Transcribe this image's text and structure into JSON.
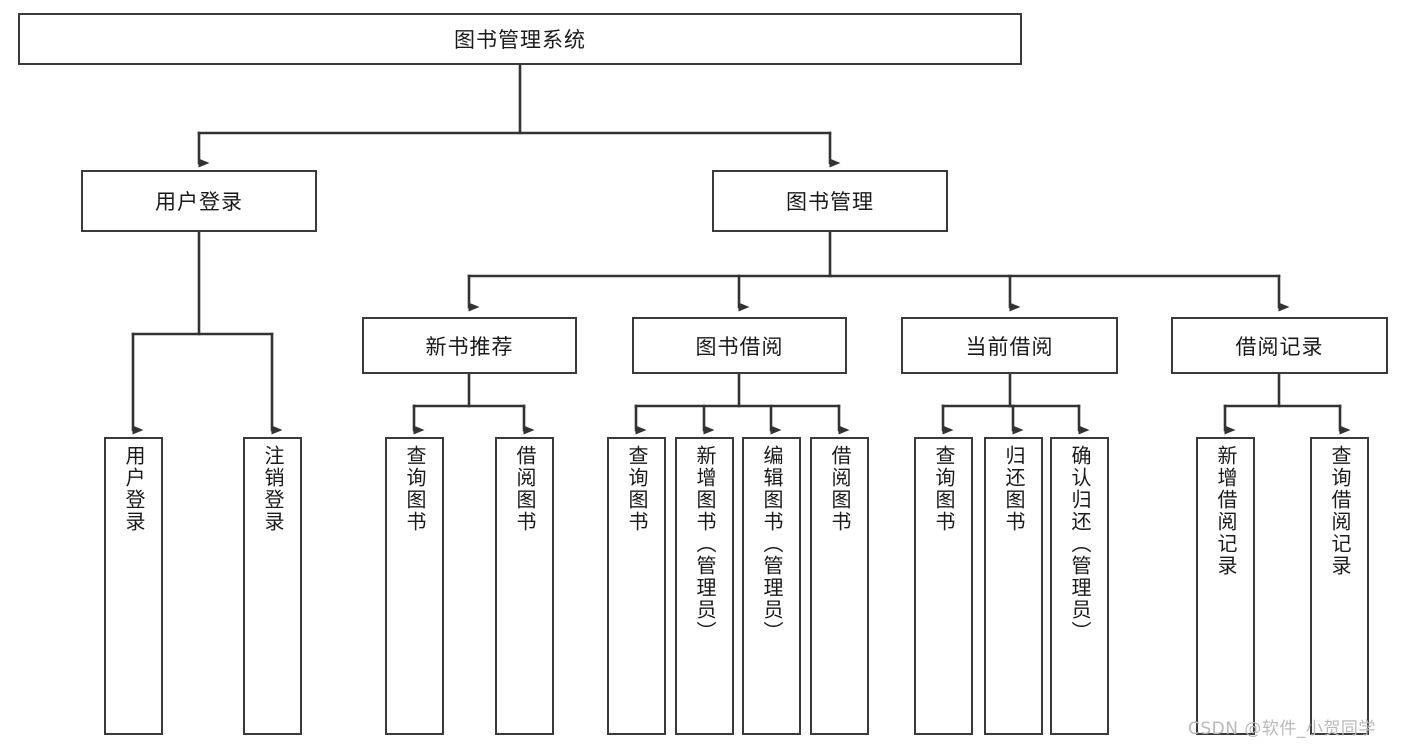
{
  "diagram": {
    "type": "tree-hierarchy",
    "title": "图书管理系统",
    "watermark": "CSDN @软件_小贺同学",
    "colors": {
      "box_stroke": "#3a3a3a",
      "box_fill": "#ffffff",
      "connector": "#333333",
      "text": "#1a1a1a",
      "watermark": "#b9b9b9"
    },
    "nodes": {
      "root": {
        "label": "图书管理系统",
        "level": 0
      },
      "level1": [
        {
          "id": "user-login",
          "label": "用户登录"
        },
        {
          "id": "book-management",
          "label": "图书管理"
        }
      ],
      "level2": [
        {
          "id": "new-book-recommend",
          "label": "新书推荐",
          "parent": "book-management"
        },
        {
          "id": "book-borrow",
          "label": "图书借阅",
          "parent": "book-management"
        },
        {
          "id": "current-borrow",
          "label": "当前借阅",
          "parent": "book-management"
        },
        {
          "id": "borrow-record",
          "label": "借阅记录",
          "parent": "book-management"
        }
      ],
      "leaves": [
        {
          "id": "leaf-user-login",
          "label": "用户登录",
          "parent": "user-login"
        },
        {
          "id": "leaf-logout-login",
          "label": "注销登录",
          "parent": "user-login"
        },
        {
          "id": "leaf-query-book-1",
          "label": "查询图书",
          "parent": "new-book-recommend"
        },
        {
          "id": "leaf-borrow-book-1",
          "label": "借阅图书",
          "parent": "new-book-recommend"
        },
        {
          "id": "leaf-query-book-2",
          "label": "查询图书",
          "parent": "book-borrow"
        },
        {
          "id": "leaf-add-book",
          "label": "新增图书（管理员）",
          "parent": "book-borrow"
        },
        {
          "id": "leaf-edit-book",
          "label": "编辑图书（管理员）",
          "parent": "book-borrow"
        },
        {
          "id": "leaf-borrow-book-2",
          "label": "借阅图书",
          "parent": "book-borrow"
        },
        {
          "id": "leaf-query-book-3",
          "label": "查询图书",
          "parent": "current-borrow"
        },
        {
          "id": "leaf-return-book",
          "label": "归还图书",
          "parent": "current-borrow"
        },
        {
          "id": "leaf-confirm-return",
          "label": "确认归还（管理员）",
          "parent": "current-borrow"
        },
        {
          "id": "leaf-add-record",
          "label": "新增借阅记录",
          "parent": "borrow-record"
        },
        {
          "id": "leaf-query-record",
          "label": "查询借阅记录",
          "parent": "borrow-record"
        }
      ]
    }
  }
}
